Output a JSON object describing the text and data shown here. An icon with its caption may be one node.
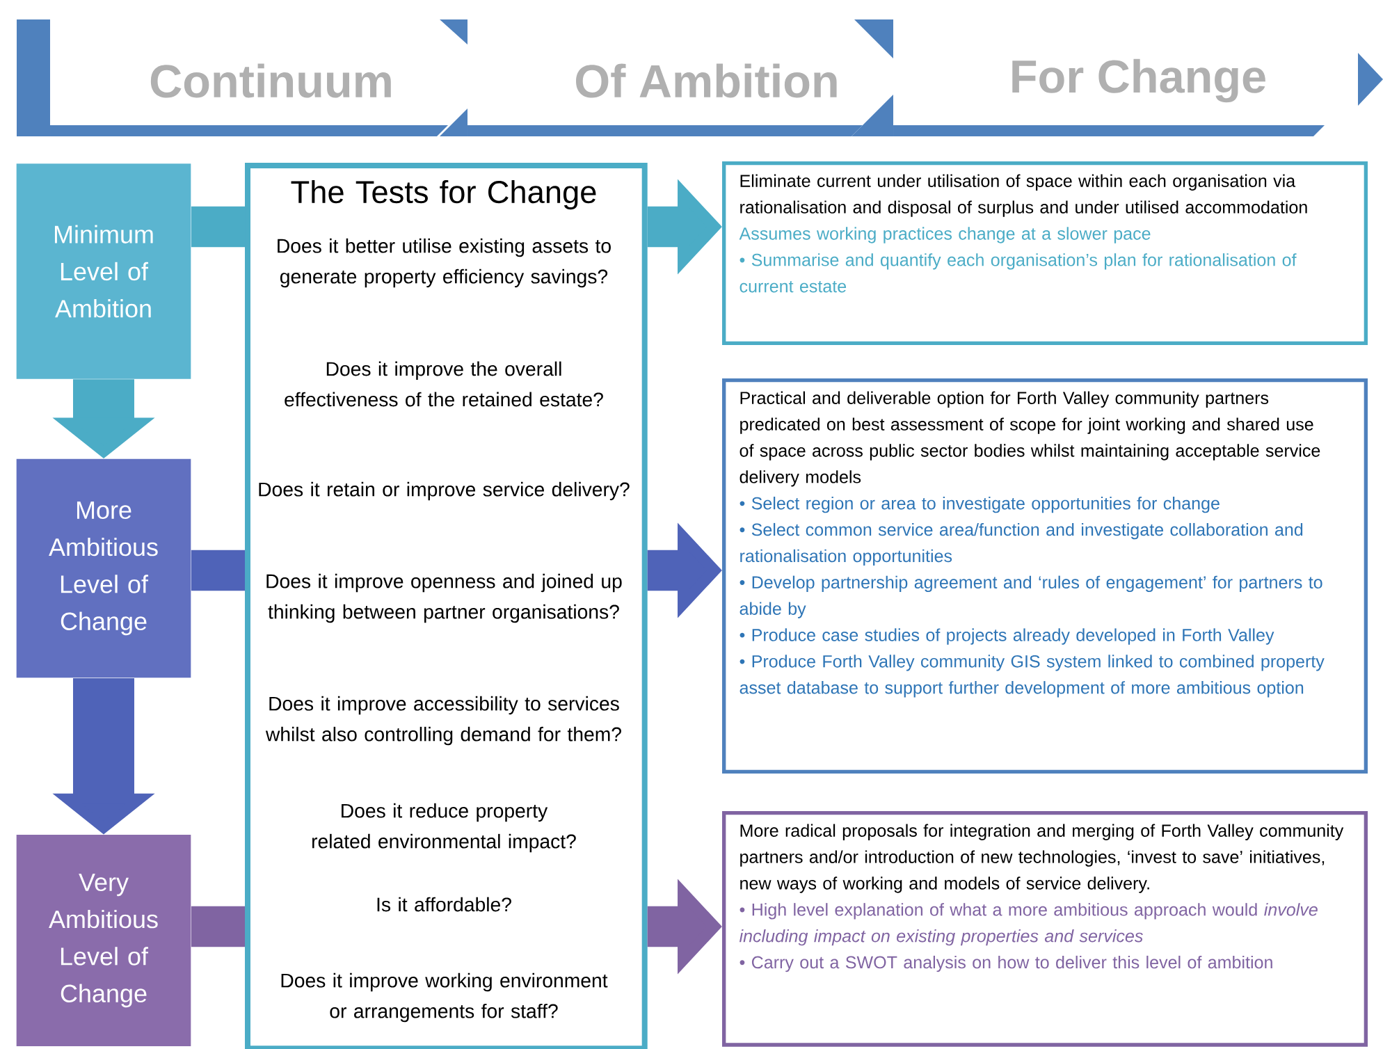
{
  "diagram": {
    "nodes": [
      {
        "text": [
          "Continuum"
        ]
      },
      {
        "text": [
          "Of Ambition"
        ]
      },
      {
        "text": [
          "For Change"
        ]
      },
      {
        "text": [
          "Minimum Level of Ambition"
        ]
      },
      {
        "text": [
          "More Ambitious Level of Change"
        ]
      },
      {
        "text": [
          "Very Ambitious Level of Change"
        ]
      },
      {
        "text": [
          "The Tests for Change",
          "Does it better utilise existing assets to generate property efficiency savings?",
          "Does it improve the overall effectiveness of the retained estate?",
          "Does it retain or improve service delivery?",
          "Does it improve openness and joined up thinking between partner organisations?",
          "Does it improve accessibility to services whilst also controlling demand for them?",
          "Does it reduce property related environmental impact?",
          "Is it affordable?",
          "Does it improve working environment or arrangements for staff?"
        ]
      },
      {
        "text": [
          "Eliminate current under utilisation of space within each organisation via rationalisation and disposal of surplus and under utilised accommodation",
          "Assumes working practices change at a slower pace",
          "• Summarise and quantify each organisation’s plan for rationalisation of current estate"
        ]
      },
      {
        "text": [
          "Practical and deliverable option for Forth Valley community partners predicated on best assessment of scope for joint working and shared use of space across public sector bodies whilst maintaining acceptable service delivery models",
          "• Select region or area to investigate opportunities for change",
          "• Select common service area/function and investigate collaboration and rationalisation opportunities",
          "• Develop partnership agreement and ‘rules of engagement’ for partners to abide by",
          "• Produce case studies of projects already developed in Forth Valley",
          "• Produce Forth Valley community GIS system linked to combined property asset database to support further development of more ambitious option"
        ]
      },
      {
        "text": [
          "More radical proposals for integration and merging of Forth Valley community partners and/or introduction of new technologies, ‘invest to save’ initiatives, new ways of working and models of service delivery.",
          "• High level explanation of what a more ambitious approach would *involve including impact on existing properties and services*",
          "• Carry out a SWOT analysis on how to deliver this level of ambition"
        ]
      }
    ],
    "edges": [
      {
        "from": 3,
        "to": 4,
        "arrow": "to",
        "color": "#4bacc6"
      },
      {
        "from": 4,
        "to": 5,
        "arrow": "to",
        "color": "#4f63b8"
      },
      {
        "from": 3,
        "to": 6,
        "arrow": "none",
        "color": "#4bacc6"
      },
      {
        "from": 6,
        "to": 7,
        "arrow": "to",
        "color": "#4bacc6"
      },
      {
        "from": 4,
        "to": 6,
        "arrow": "none",
        "color": "#4f63b8"
      },
      {
        "from": 6,
        "to": 8,
        "arrow": "to",
        "color": "#4f63b8"
      },
      {
        "from": 5,
        "to": 6,
        "arrow": "none",
        "color": "#8064a2"
      },
      {
        "from": 6,
        "to": 9,
        "arrow": "to",
        "color": "#8064a2"
      }
    ]
  }
}
